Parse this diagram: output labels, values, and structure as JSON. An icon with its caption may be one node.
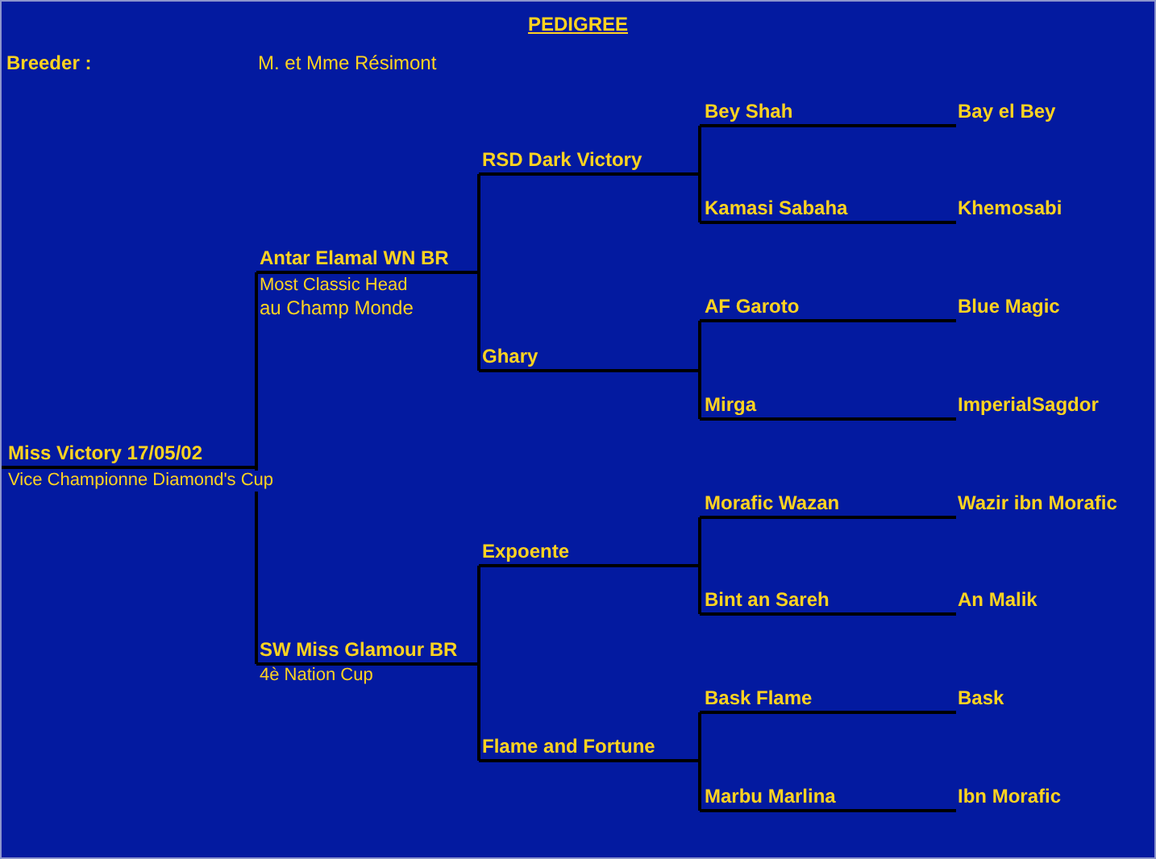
{
  "diagram": {
    "title": "PEDIGREE",
    "nodes": [
      {
        "text": [
          "Miss Victory 17/05/02"
        ],
        "beside": [
          "Vice Championne Diamond's Cup"
        ]
      },
      {
        "text": [
          "Antar Elamal WN BR"
        ],
        "beside": [
          "Most Classic Head",
          "au Champ Monde"
        ]
      },
      {
        "text": [
          "SW Miss Glamour BR"
        ],
        "beside": [
          "4è Nation Cup"
        ]
      },
      {
        "text": [
          "RSD Dark Victory"
        ]
      },
      {
        "text": [
          "Ghary"
        ]
      },
      {
        "text": [
          "Expoente"
        ]
      },
      {
        "text": [
          "Flame and Fortune"
        ]
      },
      {
        "text": [
          "Bey Shah"
        ]
      },
      {
        "text": [
          "Kamasi Sabaha"
        ]
      },
      {
        "text": [
          "AF Garoto"
        ]
      },
      {
        "text": [
          "Mirga"
        ]
      },
      {
        "text": [
          "Morafic Wazan"
        ]
      },
      {
        "text": [
          "Bint an Sareh"
        ]
      },
      {
        "text": [
          "Bask Flame"
        ]
      },
      {
        "text": [
          "Marbu Marlina"
        ]
      },
      {
        "text": [
          "Bay el Bey"
        ]
      },
      {
        "text": [
          "Khemosabi"
        ]
      },
      {
        "text": [
          "Blue Magic"
        ]
      },
      {
        "text": [
          "ImperialSagdor"
        ]
      },
      {
        "text": [
          "Wazir ibn Morafic"
        ]
      },
      {
        "text": [
          "An Malik"
        ]
      },
      {
        "text": [
          "Bask"
        ]
      },
      {
        "text": [
          "Ibn Morafic"
        ]
      }
    ],
    "edges": [
      {
        "from": 0,
        "to": 1,
        "arrow": "none"
      },
      {
        "from": 0,
        "to": 2,
        "arrow": "none"
      },
      {
        "from": 1,
        "to": 3,
        "arrow": "none"
      },
      {
        "from": 1,
        "to": 4,
        "arrow": "none"
      },
      {
        "from": 2,
        "to": 5,
        "arrow": "none"
      },
      {
        "from": 2,
        "to": 6,
        "arrow": "none"
      },
      {
        "from": 3,
        "to": 7,
        "arrow": "none"
      },
      {
        "from": 3,
        "to": 8,
        "arrow": "none"
      },
      {
        "from": 4,
        "to": 9,
        "arrow": "none"
      },
      {
        "from": 4,
        "to": 10,
        "arrow": "none"
      },
      {
        "from": 5,
        "to": 11,
        "arrow": "none"
      },
      {
        "from": 5,
        "to": 12,
        "arrow": "none"
      },
      {
        "from": 6,
        "to": 13,
        "arrow": "none"
      },
      {
        "from": 6,
        "to": 14,
        "arrow": "none"
      }
    ],
    "labels": [
      "Breeder :",
      "M. et Mme Résimont"
    ]
  }
}
